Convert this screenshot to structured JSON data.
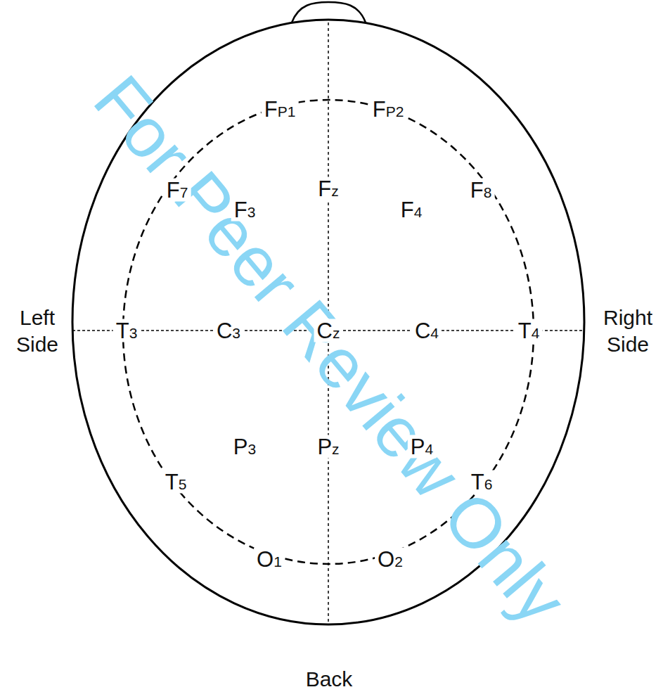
{
  "diagram": {
    "labels": [
      "FP1",
      "FP2",
      "F7",
      "Fz",
      "F8",
      "F3",
      "F4",
      "Left Side",
      "T3",
      "C3",
      "Cz",
      "C4",
      "T4",
      "Right Side",
      "P3",
      "Pz",
      "P4",
      "T5",
      "T6",
      "O1",
      "O2",
      "Back",
      "For Peer Review Only"
    ]
  }
}
